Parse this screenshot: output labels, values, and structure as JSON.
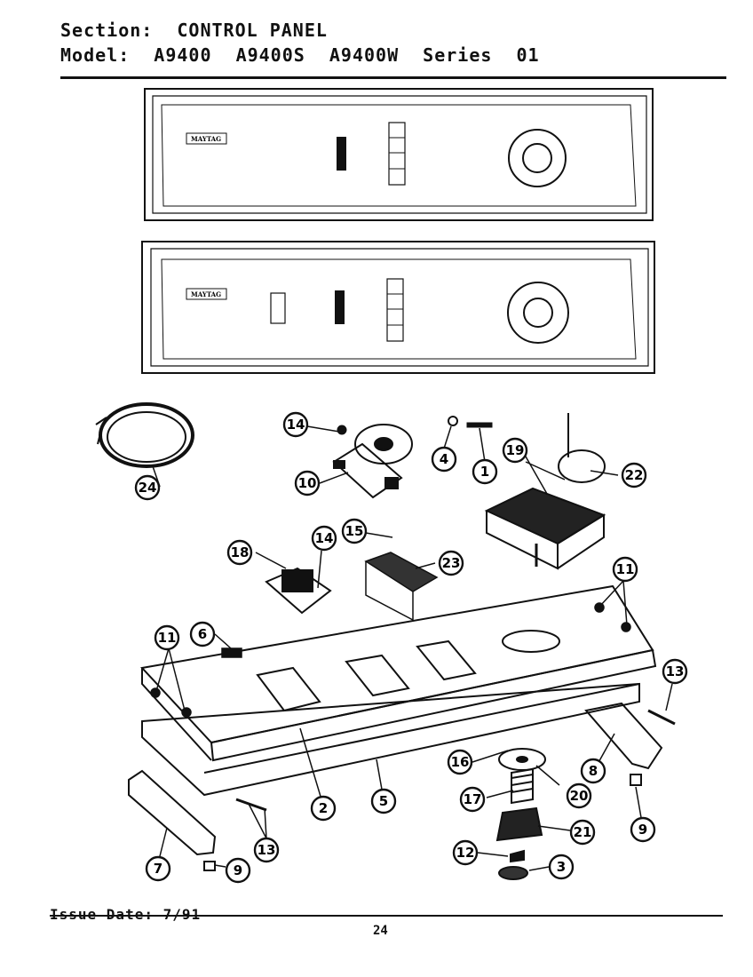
{
  "header": {
    "section_label": "Section:",
    "section_value": "CONTROL PANEL",
    "model_label": "Model:",
    "models": [
      "A9400",
      "A9400S",
      "A9400W"
    ],
    "series_label": "Series",
    "series_value": "01"
  },
  "callouts": [
    "1",
    "2",
    "3",
    "4",
    "5",
    "6",
    "7",
    "8",
    "9",
    "9",
    "10",
    "11",
    "11",
    "12",
    "13",
    "13",
    "14",
    "14",
    "15",
    "16",
    "17",
    "18",
    "19",
    "20",
    "21",
    "22",
    "23",
    "24"
  ],
  "panels": {
    "brand": "MAYTAG"
  },
  "footer": {
    "issue_date": "Issue Date: 7/91",
    "page_number": "24"
  }
}
